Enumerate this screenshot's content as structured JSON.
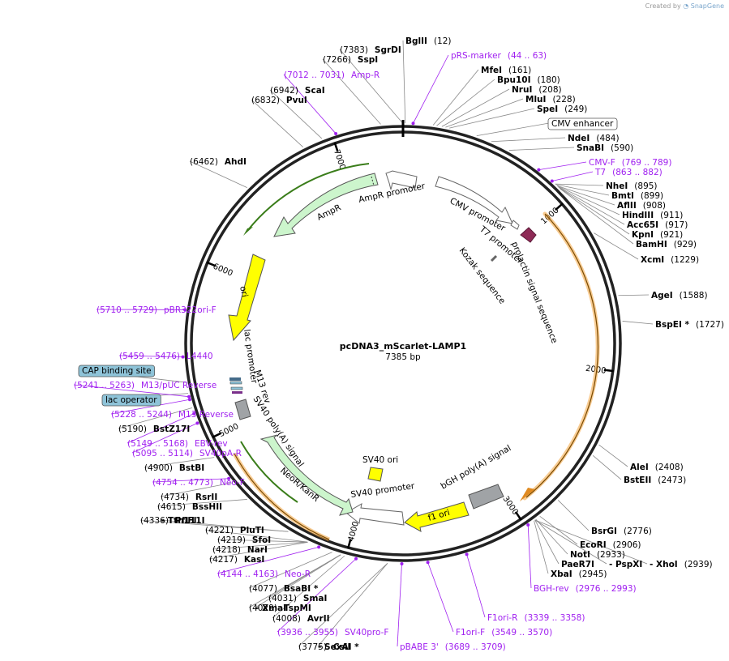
{
  "credit": {
    "prefix": "Created by",
    "brand": "SnapGene"
  },
  "plasmid": {
    "name": "pcDNA3_mScarlet-LAMP1",
    "length_label": "7385 bp",
    "length": 7385
  },
  "ruler_ticks": [
    {
      "pos": 1000,
      "label": "1000"
    },
    {
      "pos": 2000,
      "label": "2000"
    },
    {
      "pos": 3000,
      "label": "3000"
    },
    {
      "pos": 4000,
      "label": "4000"
    },
    {
      "pos": 5000,
      "label": "5000"
    },
    {
      "pos": 6000,
      "label": "6000"
    },
    {
      "pos": 7000,
      "label": "7000"
    }
  ],
  "sites": [
    {
      "name": "BglII",
      "pos": "(12)",
      "bp": 12,
      "label_pos_order": "name-first"
    },
    {
      "name": "pRS-marker",
      "pos": "(44 .. 63)",
      "bp": 54,
      "primer": true
    },
    {
      "name": "MfeI",
      "pos": "(161)",
      "bp": 161
    },
    {
      "name": "Bpu10I",
      "pos": "(180)",
      "bp": 180
    },
    {
      "name": "NruI",
      "pos": "(208)",
      "bp": 208
    },
    {
      "name": "MluI",
      "pos": "(228)",
      "bp": 228
    },
    {
      "name": "SpeI",
      "pos": "(249)",
      "bp": 249
    },
    {
      "name": "CMV enhancer",
      "pos": "",
      "bp": 400,
      "boxed": true
    },
    {
      "name": "NdeI",
      "pos": "(484)",
      "bp": 484
    },
    {
      "name": "SnaBI",
      "pos": "(590)",
      "bp": 590
    },
    {
      "name": "CMV-F",
      "pos": "(769 .. 789)",
      "bp": 779,
      "primer": true
    },
    {
      "name": "T7",
      "pos": "(863 .. 882)",
      "bp": 872,
      "primer": true
    },
    {
      "name": "NheI",
      "pos": "(895)",
      "bp": 895
    },
    {
      "name": "BmtI",
      "pos": "(899)",
      "bp": 899
    },
    {
      "name": "AflII",
      "pos": "(908)",
      "bp": 908
    },
    {
      "name": "HindIII",
      "pos": "(911)",
      "bp": 911
    },
    {
      "name": "Acc65I",
      "pos": "(917)",
      "bp": 917
    },
    {
      "name": "KpnI",
      "pos": "(921)",
      "bp": 921
    },
    {
      "name": "BamHI",
      "pos": "(929)",
      "bp": 929
    },
    {
      "name": "XcmI",
      "pos": "(1229)",
      "bp": 1229
    },
    {
      "name": "AgeI",
      "pos": "(1588)",
      "bp": 1588
    },
    {
      "name": "BspEI *",
      "pos": "(1727)",
      "bp": 1727
    },
    {
      "name": "AleI",
      "pos": "(2408)",
      "bp": 2408
    },
    {
      "name": "BstEII",
      "pos": "(2473)",
      "bp": 2473
    },
    {
      "name": "BsrGI",
      "pos": "(2776)",
      "bp": 2776
    },
    {
      "name": "EcoRI",
      "pos": "(2906)",
      "bp": 2906
    },
    {
      "name": "NotI",
      "pos": "(2933)",
      "bp": 2933
    },
    {
      "name": "PaeR7I",
      "pos": "",
      "bp": 2939
    },
    {
      "name": "- PspXI",
      "pos": "",
      "bp": 2939
    },
    {
      "name": "- XhoI",
      "pos": "(2939)",
      "bp": 2939
    },
    {
      "name": "XbaI",
      "pos": "(2945)",
      "bp": 2945
    },
    {
      "name": "BGH-rev",
      "pos": "(2976 .. 2993)",
      "bp": 2984,
      "primer": true
    },
    {
      "name": "F1ori-R",
      "pos": "(3339 .. 3358)",
      "bp": 3348,
      "primer": true
    },
    {
      "name": "F1ori-F",
      "pos": "(3549 .. 3570)",
      "bp": 3560,
      "primer": true
    },
    {
      "name": "pBABE 3'",
      "pos": "(3689 .. 3709)",
      "bp": 3699,
      "primer": true
    },
    {
      "name": "CsiI",
      "pos": "(3775)",
      "bp": 3775
    },
    {
      "name": "- SexAI *",
      "pos": "",
      "bp": 3775
    },
    {
      "name": "SV40pro-F",
      "pos": "(3936 .. 3955)",
      "bp": 3945,
      "primer": true
    },
    {
      "name": "AvrII",
      "pos": "(4008)",
      "bp": 4008
    },
    {
      "name": "TspMI",
      "pos": "(4029)",
      "bp": 4029
    },
    {
      "name": "- XmaI",
      "pos": "",
      "bp": 4029
    },
    {
      "name": "SmaI",
      "pos": "(4031)",
      "bp": 4031
    },
    {
      "name": "BsaBI *",
      "pos": "(4077)",
      "bp": 4077
    },
    {
      "name": "Neo-R",
      "pos": "(4144 .. 4163)",
      "bp": 4153,
      "primer": true
    },
    {
      "name": "KasI",
      "pos": "(4217)",
      "bp": 4217
    },
    {
      "name": "NarI",
      "pos": "(4218)",
      "bp": 4218
    },
    {
      "name": "SfoI",
      "pos": "(4219)",
      "bp": 4219
    },
    {
      "name": "PluTI",
      "pos": "(4221)",
      "bp": 4221
    },
    {
      "name": "PflFI",
      "pos": "(4336)",
      "bp": 4336
    },
    {
      "name": "- Tth111I",
      "pos": "",
      "bp": 4336
    },
    {
      "name": "BssHII",
      "pos": "(4615)",
      "bp": 4615
    },
    {
      "name": "RsrII",
      "pos": "(4734)",
      "bp": 4734
    },
    {
      "name": "Neo-F",
      "pos": "(4754 .. 4773)",
      "bp": 4763,
      "primer": true
    },
    {
      "name": "BstBI",
      "pos": "(4900)",
      "bp": 4900
    },
    {
      "name": "SV40pA-R",
      "pos": "(5095 .. 5114)",
      "bp": 5104,
      "primer": true
    },
    {
      "name": "EBV-rev",
      "pos": "(5149 .. 5168)",
      "bp": 5158,
      "primer": true
    },
    {
      "name": "BstZ17I",
      "pos": "(5190)",
      "bp": 5190
    },
    {
      "name": "M13 Reverse",
      "pos": "(5228 .. 5244)",
      "bp": 5236,
      "primer": true
    },
    {
      "name": "lac operator",
      "pos": "",
      "bp": 5270,
      "boxed": true,
      "fill": "#8ec3d8"
    },
    {
      "name": "M13/pUC Reverse",
      "pos": "(5241 .. 5263)",
      "bp": 5252,
      "primer": true
    },
    {
      "name": "CAP binding site",
      "pos": "",
      "bp": 5330,
      "boxed": true,
      "fill": "#8ec3d8"
    },
    {
      "name": "L4440",
      "pos": "(5459 .. 5476)",
      "bp": 5467,
      "primer": true
    },
    {
      "name": "pBR322ori-F",
      "pos": "(5710 .. 5729)",
      "bp": 5719,
      "primer": true
    },
    {
      "name": "AhdI",
      "pos": "(6462)",
      "bp": 6462
    },
    {
      "name": "PvuI",
      "pos": "(6832)",
      "bp": 6832
    },
    {
      "name": "ScaI",
      "pos": "(6942)",
      "bp": 6942
    },
    {
      "name": "Amp-R",
      "pos": "(7012 .. 7031)",
      "bp": 7021,
      "primer": true
    },
    {
      "name": "SspI",
      "pos": "(7266)",
      "bp": 7266
    },
    {
      "name": "SgrDI",
      "pos": "(7383)",
      "bp": 7383
    }
  ],
  "features": [
    {
      "name": "CMV promoter"
    },
    {
      "name": "T7 promoter"
    },
    {
      "name": "prolactin signal sequence"
    },
    {
      "name": "Kozak sequence"
    },
    {
      "name": "bGH poly(A) signal"
    },
    {
      "name": "f1 ori"
    },
    {
      "name": "SV40 promoter"
    },
    {
      "name": "SV40 ori"
    },
    {
      "name": "NeoR/KanR"
    },
    {
      "name": "SV40 poly(A) signal"
    },
    {
      "name": "M13 rev"
    },
    {
      "name": "lac promoter"
    },
    {
      "name": "ori"
    },
    {
      "name": "AmpR"
    },
    {
      "name": "AmpR promoter"
    }
  ],
  "colors": {
    "primer": "#a020f0",
    "leader": "#888888",
    "backbone": "#222222",
    "amp_fill": "#ccf5cc",
    "amp_edge": "#3a7d1a",
    "ori_fill": "#ffff00",
    "orange": "#f2a23a",
    "grey": "#a0a3a6",
    "signal": "#8e2a56",
    "cap": "#8ec3d8"
  }
}
